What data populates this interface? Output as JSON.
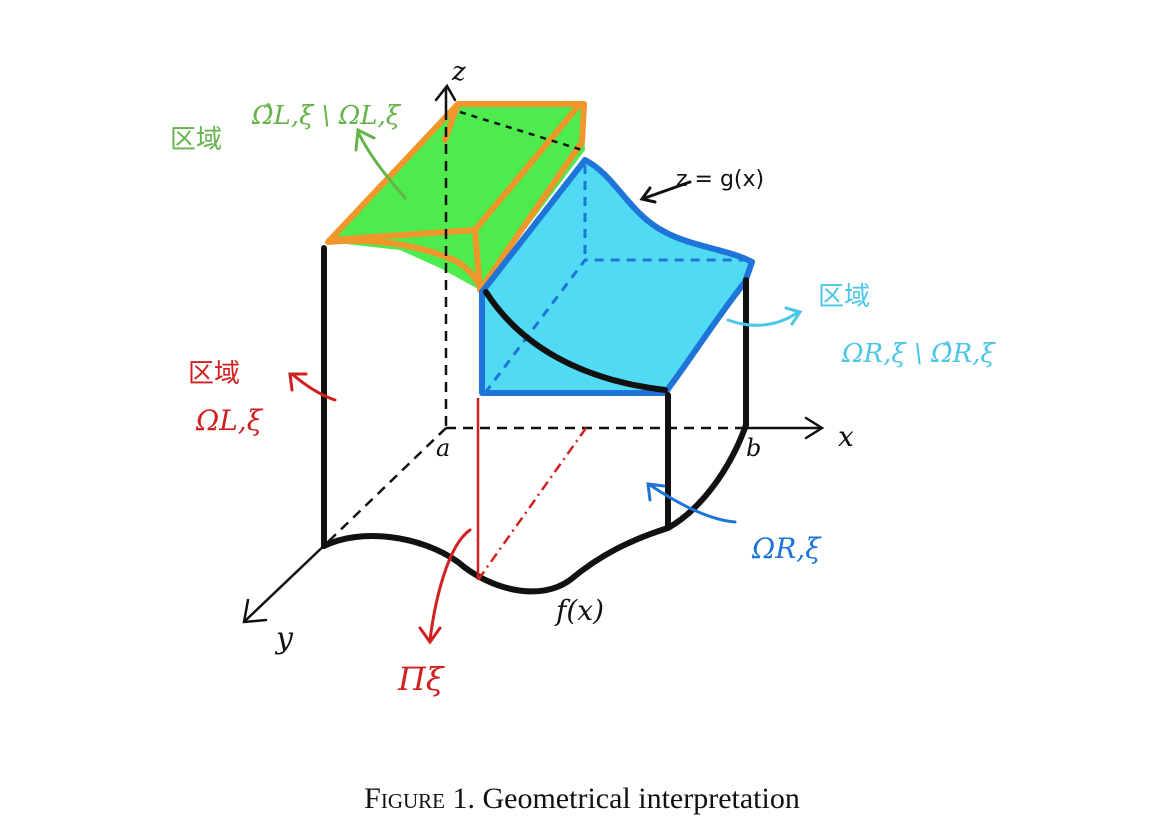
{
  "axes": {
    "x": "x",
    "y": "y",
    "z": "z",
    "a": "a",
    "b": "b"
  },
  "curves": {
    "top": "z = g(x)",
    "bottom": "f(x)"
  },
  "regions": {
    "green": {
      "label": "区域",
      "set": "Ω̂L,ξ \\ ΩL,ξ"
    },
    "cyan": {
      "label": "区域",
      "set": "ΩR,ξ \\ Ω̂R,ξ"
    },
    "red": {
      "label": "区域",
      "set": "ΩL,ξ"
    },
    "blue": {
      "set": "ΩR,ξ"
    }
  },
  "plane": "Πξ",
  "caption": {
    "figure": "Figure 1.",
    "text": "Geometrical interpretation"
  },
  "colors": {
    "green_fill": "#2ee82e",
    "green_label": "#66b34a",
    "orange": "#f0962a",
    "cyan_fill": "#33d4f2",
    "cyan_label": "#4cc6e6",
    "blue": "#1e74d8",
    "red": "#d02020",
    "black": "#111111"
  }
}
